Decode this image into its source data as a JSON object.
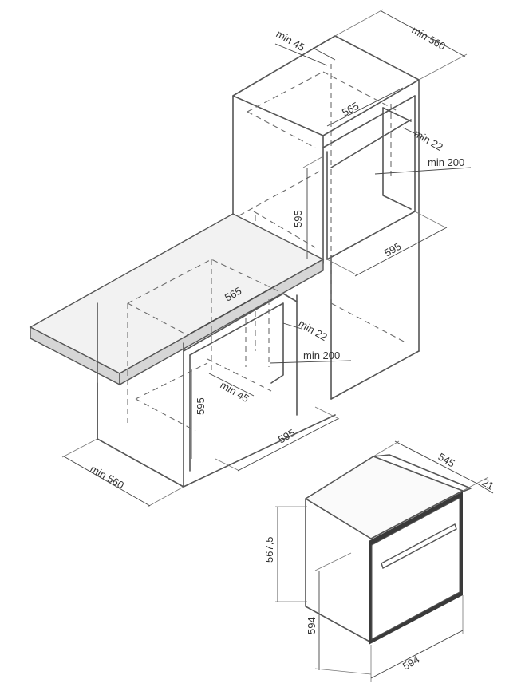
{
  "colors": {
    "line": "#555555",
    "dim": "#444444",
    "text": "#333333",
    "door": "#3a3a3a"
  },
  "tall_unit": {
    "depth": "min 560",
    "back_gap": "min 45",
    "niche_width": "565",
    "niche_height": "595",
    "niche_depth": "595",
    "side_gap": "min 22",
    "vent": "min 200"
  },
  "under_counter": {
    "niche_width": "565",
    "side_gap": "min 22",
    "vent": "min 200",
    "back_gap": "min 45",
    "niche_height": "595",
    "niche_depth": "595",
    "depth": "min 560"
  },
  "oven": {
    "depth": "545",
    "door_thickness": "21",
    "body_height": "567,5",
    "height": "594",
    "width": "594"
  }
}
